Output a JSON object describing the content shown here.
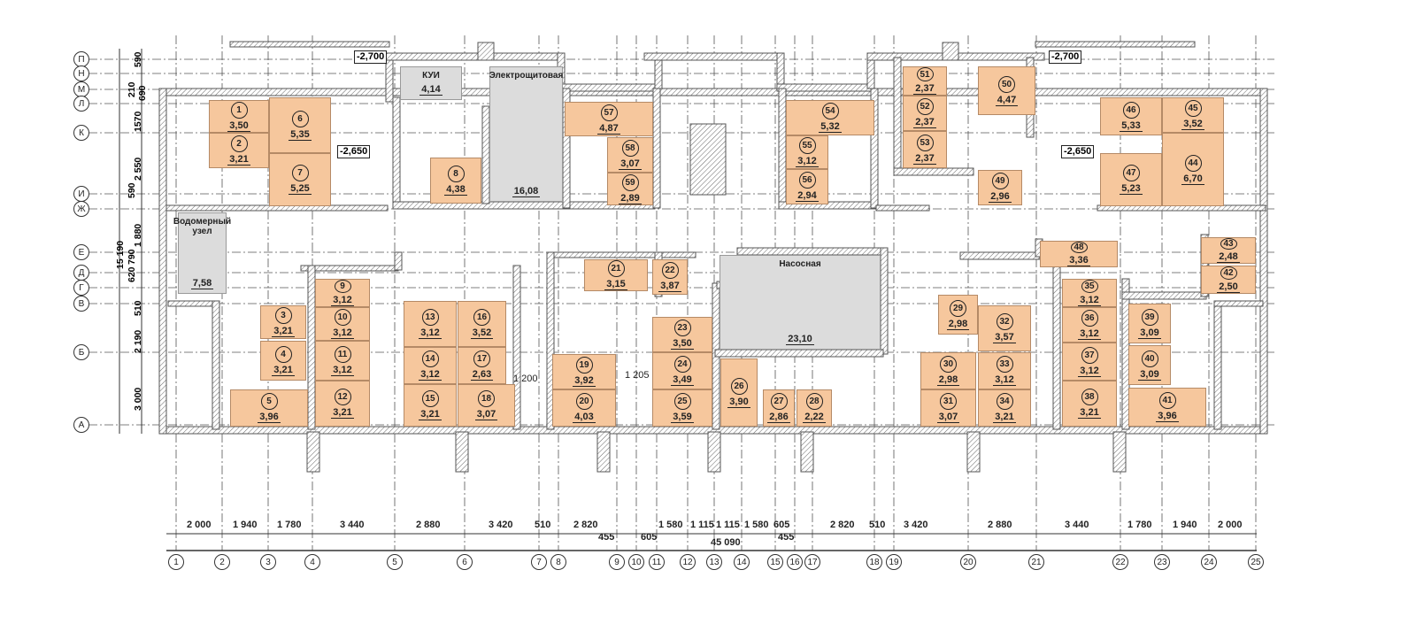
{
  "axes_columns": [
    "1",
    "2",
    "3",
    "4",
    "5",
    "6",
    "7",
    "8",
    "9",
    "10",
    "11",
    "12",
    "13",
    "14",
    "15",
    "16",
    "17",
    "18",
    "19",
    "20",
    "21",
    "22",
    "23",
    "24",
    "25"
  ],
  "axes_rows": [
    "П",
    "Н",
    "М",
    "Л",
    "К",
    "И",
    "Ж",
    "Е",
    "Д",
    "Г",
    "В",
    "Б",
    "А"
  ],
  "dimensions_left": [
    "590",
    "210",
    "690",
    "1570",
    "2 550",
    "590",
    "1 880",
    "790",
    "620",
    "15 190",
    "510",
    "2 190",
    "3 000"
  ],
  "dimensions_bottom": [
    "2 000",
    "1 940",
    "1 780",
    "3 440",
    "2 880",
    "3 420",
    "510",
    "2 820",
    "455",
    "1 580",
    "605",
    "1 115",
    "1 115",
    "1 580",
    "605",
    "455",
    "2 820",
    "510",
    "3 420",
    "2 880",
    "3 440",
    "1 780",
    "1 940",
    "2 000"
  ],
  "total_dimension": "45 090",
  "local_dimensions": [
    "1 200",
    "1 205"
  ],
  "levels": [
    "-2,700",
    "-2,700",
    "-2,650",
    "-2,650"
  ],
  "rooms": [
    {
      "num": "1",
      "area": "3,50"
    },
    {
      "num": "2",
      "area": "3,21"
    },
    {
      "num": "6",
      "area": "5,35"
    },
    {
      "num": "7",
      "area": "5,25"
    },
    {
      "num": "8",
      "area": "4,38"
    },
    {
      "num": "57",
      "area": "4,87"
    },
    {
      "num": "58",
      "area": "3,07"
    },
    {
      "num": "59",
      "area": "2,89"
    },
    {
      "num": "54",
      "area": "5,32"
    },
    {
      "num": "55",
      "area": "3,12"
    },
    {
      "num": "56",
      "area": "2,94"
    },
    {
      "num": "51",
      "area": "2,37"
    },
    {
      "num": "52",
      "area": "2,37"
    },
    {
      "num": "53",
      "area": "2,37"
    },
    {
      "num": "50",
      "area": "4,47"
    },
    {
      "num": "49",
      "area": "2,96"
    },
    {
      "num": "46",
      "area": "5,33"
    },
    {
      "num": "45",
      "area": "3,52"
    },
    {
      "num": "47",
      "area": "5,23"
    },
    {
      "num": "44",
      "area": "6,70"
    },
    {
      "num": "9",
      "area": "3,12"
    },
    {
      "num": "3",
      "area": "3,21"
    },
    {
      "num": "10",
      "area": "3,12"
    },
    {
      "num": "4",
      "area": "3,21"
    },
    {
      "num": "11",
      "area": "3,12"
    },
    {
      "num": "5",
      "area": "3,96"
    },
    {
      "num": "12",
      "area": "3,21"
    },
    {
      "num": "13",
      "area": "3,12"
    },
    {
      "num": "16",
      "area": "3,52"
    },
    {
      "num": "14",
      "area": "3,12"
    },
    {
      "num": "17",
      "area": "2,63"
    },
    {
      "num": "15",
      "area": "3,21"
    },
    {
      "num": "18",
      "area": "3,07"
    },
    {
      "num": "21",
      "area": "3,15"
    },
    {
      "num": "22",
      "area": "3,87"
    },
    {
      "num": "23",
      "area": "3,50"
    },
    {
      "num": "24",
      "area": "3,49"
    },
    {
      "num": "25",
      "area": "3,59"
    },
    {
      "num": "19",
      "area": "3,92"
    },
    {
      "num": "20",
      "area": "4,03"
    },
    {
      "num": "26",
      "area": "3,90"
    },
    {
      "num": "27",
      "area": "2,86"
    },
    {
      "num": "28",
      "area": "2,22"
    },
    {
      "num": "29",
      "area": "2,98"
    },
    {
      "num": "32",
      "area": "3,57"
    },
    {
      "num": "30",
      "area": "2,98"
    },
    {
      "num": "33",
      "area": "3,12"
    },
    {
      "num": "31",
      "area": "3,07"
    },
    {
      "num": "34",
      "area": "3,21"
    },
    {
      "num": "48",
      "area": "3,36"
    },
    {
      "num": "35",
      "area": "3,12"
    },
    {
      "num": "36",
      "area": "3,12"
    },
    {
      "num": "37",
      "area": "3,12"
    },
    {
      "num": "38",
      "area": "3,21"
    },
    {
      "num": "39",
      "area": "3,09"
    },
    {
      "num": "40",
      "area": "3,09"
    },
    {
      "num": "41",
      "area": "3,96"
    },
    {
      "num": "43",
      "area": "2,48"
    },
    {
      "num": "42",
      "area": "2,50"
    }
  ],
  "tech_rooms": [
    {
      "name": "КУИ",
      "area": "4,14"
    },
    {
      "name": "Электрощитовая",
      "area": "16,08"
    },
    {
      "name": "Водомерный узел",
      "area": "7,58"
    },
    {
      "name": "Насосная",
      "area": "23,10"
    }
  ],
  "colors": {
    "storage": "#f6c79d",
    "technical": "#dcdcdc",
    "walls": "#777777"
  }
}
